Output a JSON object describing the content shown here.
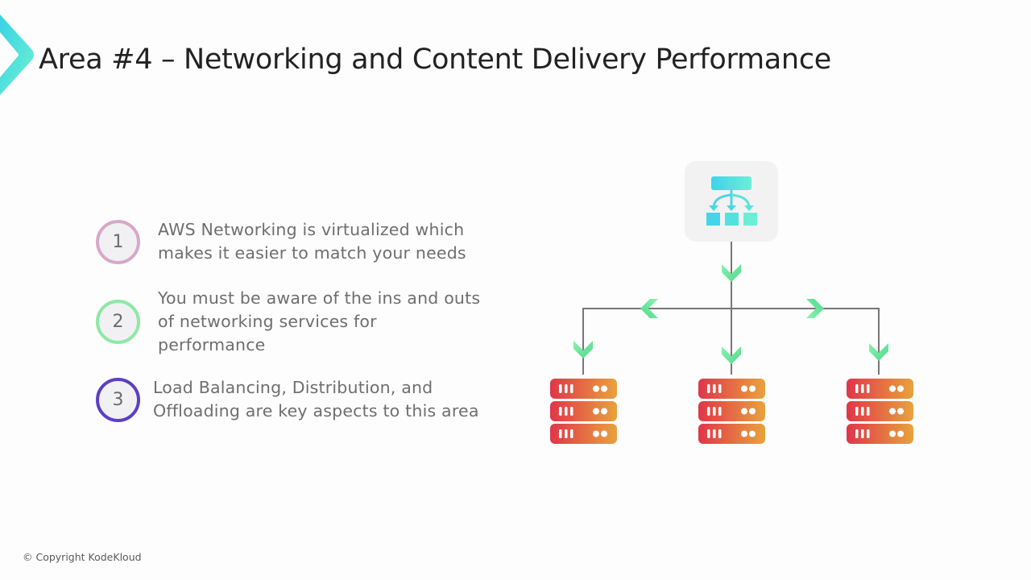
{
  "header": {
    "title": "Area #4 – Networking and Content Delivery Performance",
    "logo_icon": "chevron-right-icon"
  },
  "points": [
    {
      "number": "1",
      "text": "AWS Networking is virtualized which\nmakes it easier to match your needs",
      "ring_color": "#d8a8c8"
    },
    {
      "number": "2",
      "text": "You must be aware of the ins and outs\nof networking services for\nperformance",
      "ring_color": "#8ee8a6"
    },
    {
      "number": "3",
      "text": "Load Balancing, Distribution, and\nOffloading are key aspects to this area",
      "ring_color": "#5b3fc8"
    }
  ],
  "diagram": {
    "top_node_icon": "load-balancer-hierarchy-icon",
    "arrow_icon": "chevron-arrow-icon",
    "server_icon": "server-rack-icon",
    "server_count": 3,
    "colors": {
      "accent_teal": "#3fd8e4",
      "arrow_green": "#6be79b",
      "server_red": "#e0364a",
      "server_orange": "#e8a23c",
      "connector": "#777777"
    }
  },
  "footer": {
    "copyright": "© Copyright KodeKloud"
  }
}
